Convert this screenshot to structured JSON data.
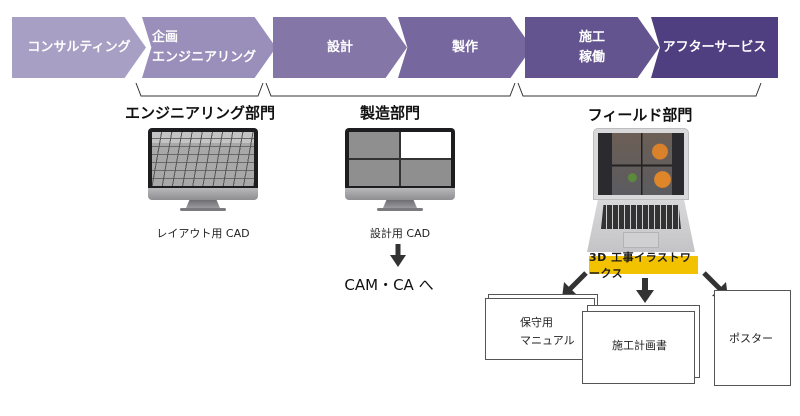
{
  "process_steps": [
    {
      "label": "コンサルティング",
      "color": "#a89fc4"
    },
    {
      "label": "企画\nエンジニアリング",
      "color": "#9a8ebb"
    },
    {
      "label": "設計",
      "color": "#8576a8"
    },
    {
      "label": "製作",
      "color": "#76679e"
    },
    {
      "label": "施工\n稼働",
      "color": "#63548f"
    },
    {
      "label": "アフターサービス",
      "color": "#4f3f80"
    }
  ],
  "departments": [
    {
      "title": "エンジニアリング部門",
      "device": "desktop-monitor",
      "caption": "レイアウト用 CAD"
    },
    {
      "title": "製造部門",
      "device": "desktop-monitor",
      "caption": "設計用 CAD",
      "next": "CAM・CA へ"
    },
    {
      "title": "フィールド部門",
      "device": "laptop",
      "product_logo": "3D 工事イラストワークス"
    }
  ],
  "outputs": [
    {
      "label": "保守用\nマニュアル"
    },
    {
      "label": "施工計画書"
    },
    {
      "label": "ポスター"
    }
  ],
  "colors": {
    "logo_background": "#f2c200",
    "arrow": "#333333"
  }
}
